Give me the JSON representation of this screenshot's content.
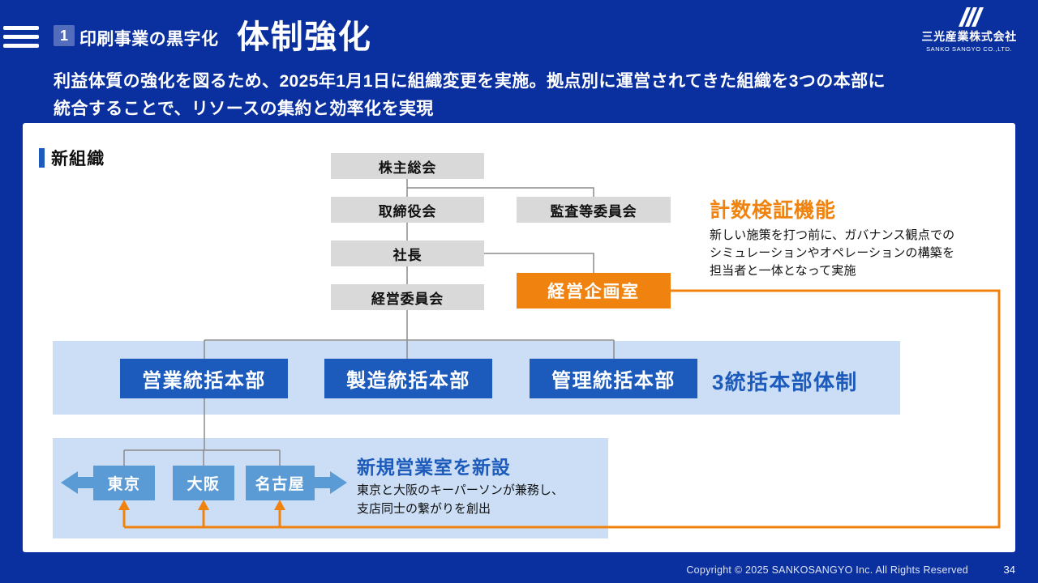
{
  "header": {
    "number": "1",
    "category": "印刷事業の黒字化",
    "title": "体制強化",
    "logo": {
      "company": "三光産業株式会社",
      "company_en": "SANKO SANGYO CO.,LTD."
    }
  },
  "intro": {
    "lines": [
      "利益体質の強化を図るため、2025年1月1日に組織変更を実施。拠点別に運営されてきた組織を3つの本部に",
      "統合することで、リソースの集約と効率化を実現"
    ]
  },
  "panel": {
    "section_title": "新組織",
    "org": {
      "shareholders": "株主総会",
      "board": "取締役会",
      "audit_committee": "監査等委員会",
      "president": "社長",
      "management_committee": "経営委員会",
      "planning_office": "経営企画室"
    },
    "verification": {
      "title": "計数検証機能",
      "lines": [
        "新しい施策を打つ前に、ガバナンス観点での",
        "シミュレーションやオペレーションの構築を",
        "担当者と一体となって実施"
      ]
    },
    "divisions": {
      "items": [
        "営業統括本部",
        "製造統括本部",
        "管理統括本部"
      ],
      "caption": "3統括本部体制"
    },
    "branches": {
      "items": [
        "東京",
        "大阪",
        "名古屋"
      ],
      "title": "新規営業室を新設",
      "lines": [
        "東京と大阪のキーパーソンが兼務し、",
        "支店同士の繋がりを創出"
      ]
    }
  },
  "footer": {
    "copyright": "Copyright © 2025  SANKOSANGYO Inc. All Rights Reserved",
    "page": "34"
  },
  "colors": {
    "background": "#0A2F9F",
    "accent_orange": "#F0830F",
    "division_blue": "#1C5BBB",
    "city_blue": "#5B9BD5",
    "light_blue_panel": "#CBDEF5",
    "gray_box": "#D9D9D9"
  }
}
